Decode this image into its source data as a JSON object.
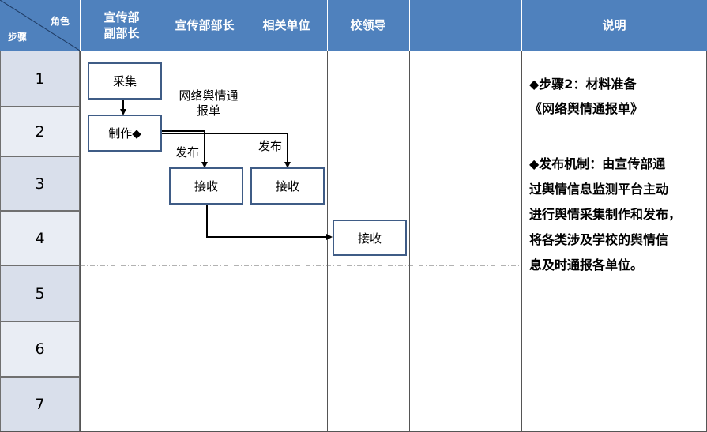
{
  "header": {
    "corner_role": "角色",
    "corner_step": "步骤",
    "columns": [
      "宣传部\n副部长",
      "宣传部部长",
      "相关单位",
      "校领导",
      "",
      "说明"
    ]
  },
  "steps": [
    "1",
    "2",
    "3",
    "4",
    "5",
    "6",
    "7"
  ],
  "nodes": {
    "collect": "采集",
    "produce": "制作◆",
    "receive_minister": "接收",
    "receive_unit": "接收",
    "receive_leader": "接收"
  },
  "labels": {
    "report_form": "网络舆情通\n报单",
    "publish_1": "发布",
    "publish_2": "发布"
  },
  "notes": {
    "title": "◆步骤2：材料准备",
    "subtitle": "《网络舆情通报单》",
    "mechanism_lines": [
      "◆发布机制：由宣传部通",
      "过舆情信息监测平台主动",
      "进行舆情采集制作和发布，",
      "将各类涉及学校的舆情信",
      "息及时通报各单位。"
    ]
  },
  "colors": {
    "header_bg": "#4f81bd",
    "step_bg": "#d9dfeb",
    "box_border": "#3f5c86"
  }
}
